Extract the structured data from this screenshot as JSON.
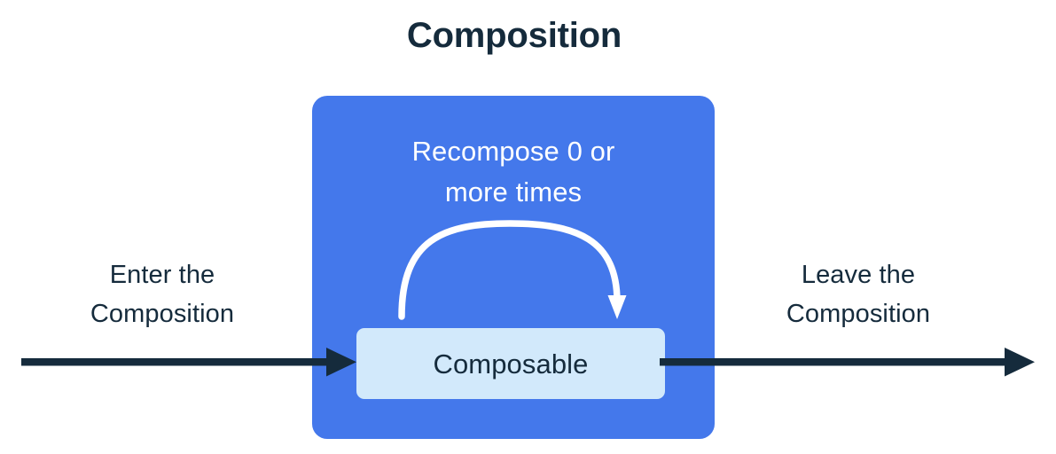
{
  "title": "Composition",
  "panel": {
    "caption_line1": "Recompose 0 or",
    "caption_line2": "more times",
    "composable_label": "Composable",
    "arrow_name": "recompose-loop-arrow",
    "color": "#4478eb",
    "box_color": "#d2e9fb"
  },
  "flow": {
    "enter": {
      "label_line1": "Enter the",
      "label_line2": "Composition",
      "arrow_name": "enter-composition-arrow"
    },
    "leave": {
      "label_line1": "Leave the",
      "label_line2": "Composition",
      "arrow_name": "leave-composition-arrow"
    },
    "arrow_color": "#152b3c"
  },
  "colors": {
    "text_dark": "#152b3c",
    "panel_blue": "#4478eb",
    "box_light_blue": "#d2e9fb",
    "arc_white": "#ffffff",
    "background": "#ffffff"
  }
}
